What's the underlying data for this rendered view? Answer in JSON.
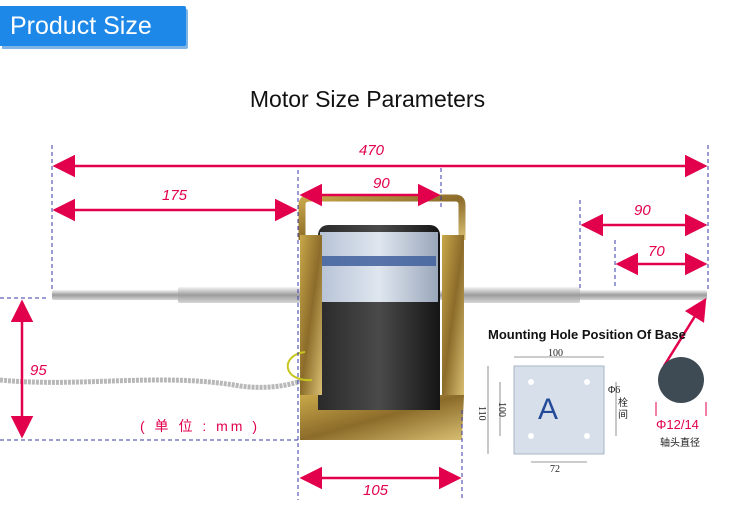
{
  "header": {
    "badge": "Product Size",
    "title": "Motor Size Parameters"
  },
  "dimensions": {
    "total_length": "470",
    "left_shaft": "175",
    "bracket_width": "90",
    "right_shaft": "90",
    "right_shaft_inner": "70",
    "height": "95",
    "base_width": "105"
  },
  "unit_note": "( 单 位 : mm )",
  "mounting": {
    "title": "Mounting Hole Position Of Base",
    "top_width": "100",
    "outer_height": "110",
    "inner_height": "100",
    "bottom_width": "72",
    "hole_dia": "Φ6",
    "hole_label": "栓 间",
    "center_letter": "A",
    "shaft_dia": "Φ12/14",
    "shaft_caption": "轴头直径"
  },
  "colors": {
    "accent": "#e2004c",
    "banner": "#1e88e8"
  }
}
